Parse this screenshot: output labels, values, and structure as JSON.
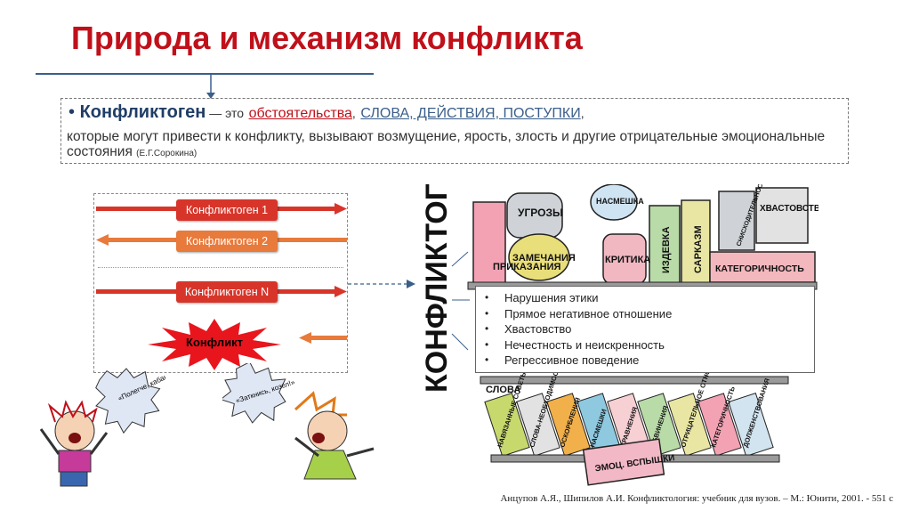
{
  "slide": {
    "title": "Природа и механизм конфликта",
    "definition": {
      "bullet": "•",
      "term": "Конфликтоген",
      "dash_text": " — это",
      "link_red": "обстоятельства",
      "comma": ",",
      "link_blue": "СЛОВА, ДЕЙСТВИЯ, ПОСТУПКИ",
      "comma_end": ",",
      "line2": "которые могут привести к конфликту, вызывают возмущение, ярость, злость и другие отрицательные эмоциональные состояния",
      "source": "(Е.Г.Сорокина)"
    },
    "diagram": {
      "labels": [
        "Конфликтоген 1",
        "Конфликтоген 2",
        "Конфликтоген N"
      ],
      "conflict": "Конфликт",
      "kid1_bubble": "«Полегче, кабан!»",
      "kid2_bubble": "«Заткнись, козел!»",
      "colors": {
        "red": "#d8352a",
        "orange": "#e87a3c",
        "burst": "#e8151d"
      }
    },
    "illustration": {
      "vertical_word": "КОНФЛИКТОГЕНЫ",
      "shelf_top": [
        "ПРИКАЗАНИЯ",
        "УГРОЗЫ",
        "ЗАМЕЧАНИЯ",
        "НАСМЕШКА",
        "КРИТИКА",
        "ИЗДЕВКА",
        "САРКАЗМ",
        "СНИСХОДИТЕЛЬНОСТЬ",
        "ХВАСТОВСТВО",
        "КАТЕГОРИЧНОСТЬ"
      ],
      "shelf_bottom_label": "СЛОВА",
      "shelf_bottom": [
        "НАВЯЗАННЫЕ СОВЕТЫ",
        "СЛОВА-НЕОБХОДИМОСТЬ",
        "ОСКОРБЛЕНИЯ",
        "НАСМЕШКИ",
        "СРАВНЕНИЯ",
        "ОБВИНЕНИЯ",
        "ОТРИЦАТЕЛЬНОЕ ОТНОШЕНИЕ",
        "КАТЕГОРИЧНОСТЬ",
        "ДОЛЖЕНСТВОВАНИЯ"
      ],
      "box_label": "ЭМОЦ. ВСПЫШКИ"
    },
    "list": [
      "Нарушения этики",
      "Прямое негативное отношение",
      "Хвастовство",
      "Нечестность и неискренность",
      "Регрессивное поведение"
    ],
    "citation": "Анцупов А.Я., Шипилов А.И. Конфликтология: учебник для вузов. – М.: Юнити, 2001. - 551 с"
  }
}
